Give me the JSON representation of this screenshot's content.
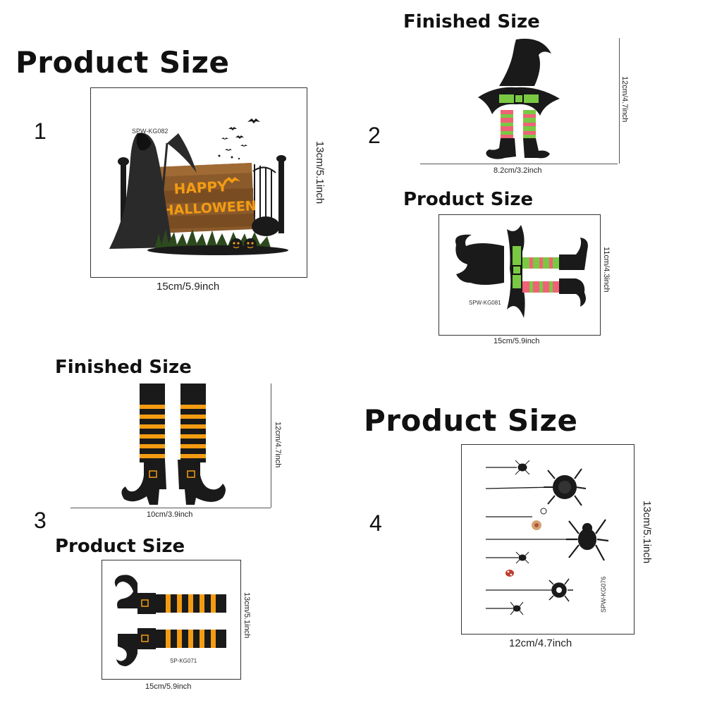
{
  "section1": {
    "heading": "Product Size",
    "number": "1",
    "code": "SPW-KG082",
    "sign_line1": "HAPPY",
    "sign_line2": "HALLOWEEN",
    "width_label": "15cm/5.9inch",
    "height_label": "13cm/5.1inch",
    "icon": "grim-reaper-halloween-sign"
  },
  "section2": {
    "finished_heading": "Finished Size",
    "number": "2",
    "finished_width_label": "8.2cm/3.2inch",
    "finished_height_label": "12cm/4.7inch",
    "product_heading": "Product Size",
    "code": "SPW-KG081",
    "product_width_label": "15cm/5.9inch",
    "product_height_label": "11cm/4.3inch",
    "icon": "witch-hat-legs"
  },
  "section3": {
    "finished_heading": "Finished Size",
    "number": "3",
    "finished_width_label": "10cm/3.9inch",
    "finished_height_label": "12cm/4.7inch",
    "product_heading": "Product Size",
    "code": "SP-KG071",
    "product_width_label": "15cm/5.9inch",
    "product_height_label": "13cm/5.1inch",
    "icon": "witch-striped-legs"
  },
  "section4": {
    "heading": "Product Size",
    "number": "4",
    "code": "SPW-KG076",
    "width_label": "12cm/4.7inch",
    "height_label": "13cm/5.1inch",
    "icon": "spider-stakes"
  },
  "colors": {
    "orange": "#f39c12",
    "green": "#7ac943",
    "pink": "#f06277",
    "black": "#1a1a1a",
    "wood": "#8b5a2b"
  }
}
